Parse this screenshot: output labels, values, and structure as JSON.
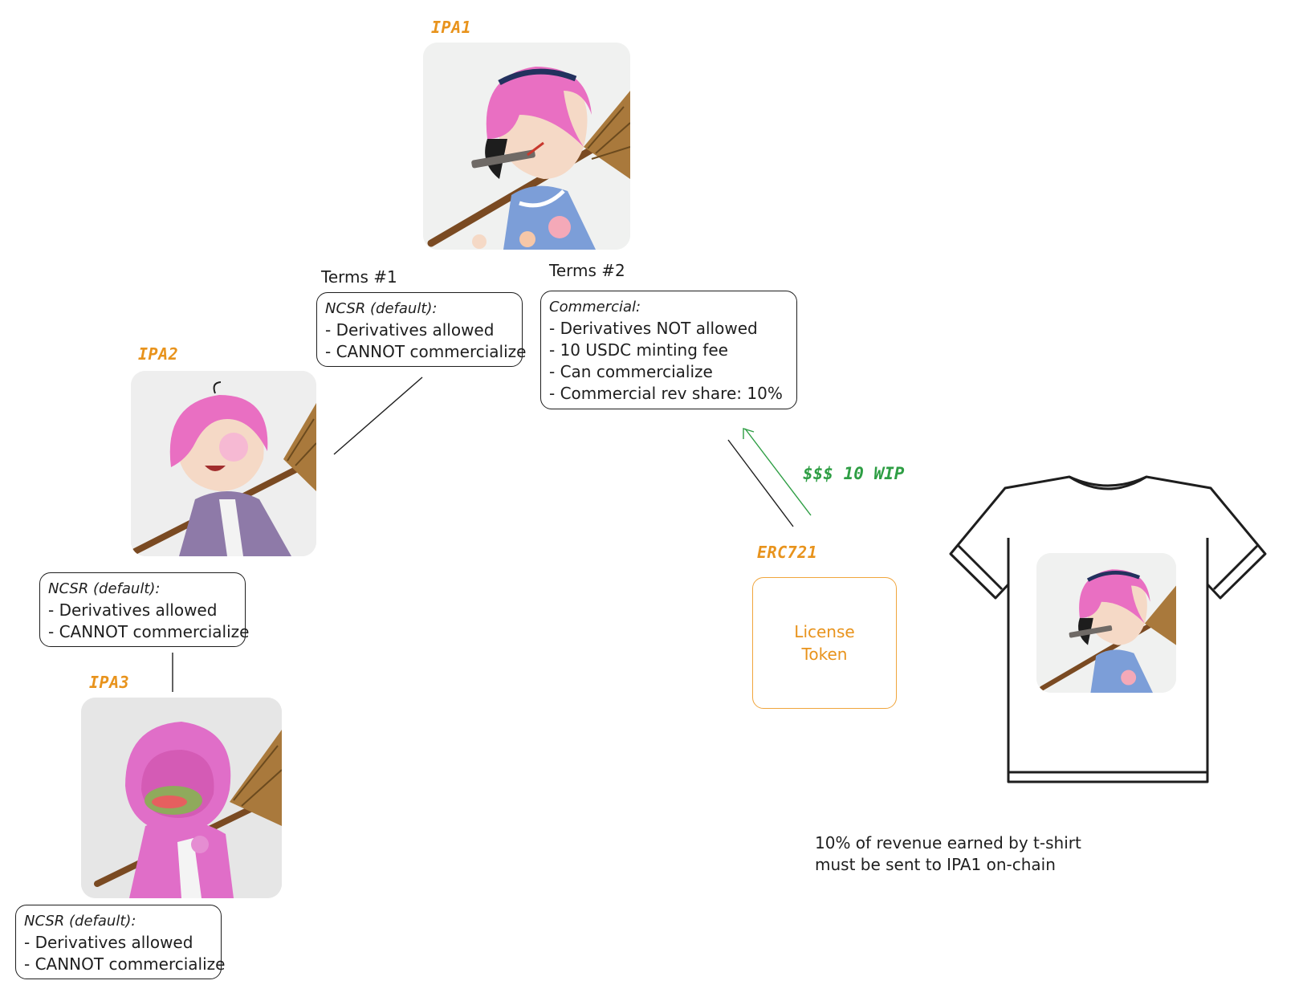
{
  "nodes": {
    "ipa1": {
      "label": "IPA1"
    },
    "ipa2": {
      "label": "IPA2"
    },
    "ipa3": {
      "label": "IPA3"
    },
    "erc721": {
      "label": "ERC721"
    }
  },
  "terms1": {
    "heading": "Terms #1",
    "title": "NCSR (default):",
    "lines": [
      "- Derivatives allowed",
      "- CANNOT commercialize"
    ]
  },
  "terms2": {
    "heading": "Terms #2",
    "title": "Commercial:",
    "lines": [
      "- Derivatives NOT allowed",
      "- 10 USDC minting fee",
      "- Can commercialize",
      "- Commercial rev share: 10%"
    ]
  },
  "ipa2_terms": {
    "title": "NCSR (default):",
    "lines": [
      "- Derivatives allowed",
      "- CANNOT commercialize"
    ]
  },
  "ipa3_terms": {
    "title": "NCSR (default):",
    "lines": [
      "- Derivatives allowed",
      "- CANNOT commercialize"
    ]
  },
  "license_token": {
    "line1": "License",
    "line2": "Token"
  },
  "payment": {
    "label": "$$$ 10 WIP"
  },
  "note": {
    "line1": "10% of revenue earned by t-shirt",
    "line2": "must be sent to IPA1 on-chain"
  },
  "colors": {
    "accent_orange": "#e8931c",
    "payment_green": "#2e9e44",
    "stroke": "#1e1e1e",
    "hair_pink": "#e96fc2"
  },
  "icons": [
    "anime-girl-broom-illustration",
    "hooded-figure-illustration",
    "t-shirt-icon"
  ]
}
